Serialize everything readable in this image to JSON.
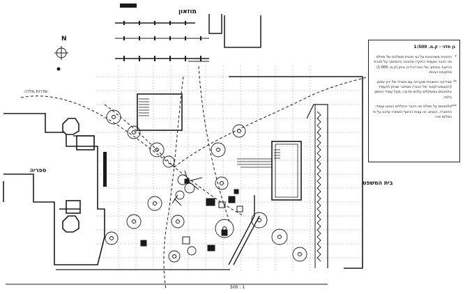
{
  "labels": {
    "museum": "מוזאון",
    "library": "ספריה",
    "courthouse": "בית המשפט",
    "path_label": "שדרות גולדה",
    "north": "N",
    "bottom_note": "1 : 500"
  },
  "legend": {
    "title": "גן תלוי - ק.מ. 1:500",
    "notes": [
      {
        "marker": "*",
        "text": "התכנית משורטטת על גבי תכנית משולבת של מפלס פני הכבר ומעמוד התקרו שהוכנה בהסתמך על תכנית הריצוף והחתוך של האדריכל דן איתן (ק.מ. 1:000) מתקופת הבנית."
      },
      {
        "marker": "**",
        "text": "מבדיקה ראשונית שנערכה עם משרדי של ירון שפנון (הקונסטרוקטור של הכבר) מסתבר שניתן להעמיד אלמנטים במשקלים עלהם מדובר, מעל עמודי התמוך בלבד."
      },
      {
        "marker": "***",
        "text": "אלמנטים על מפלס פני הכבר הכוללים הבטון ועמודי התאורה, הנצים, וכו עצות הרצוף השחורו עדכנו על פי המלום אייר."
      }
    ]
  }
}
